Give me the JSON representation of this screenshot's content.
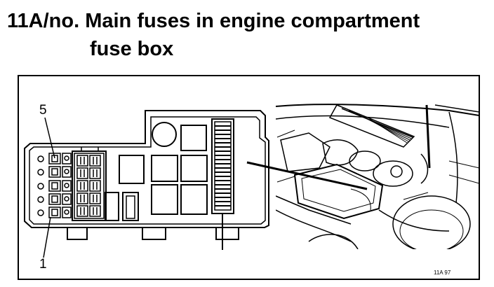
{
  "title": {
    "line1": "11A/no. Main fuses in engine compartment",
    "line2": "fuse box"
  },
  "diagram": {
    "callout_top": "5",
    "callout_bottom": "1",
    "figure_code": "11A  97"
  }
}
